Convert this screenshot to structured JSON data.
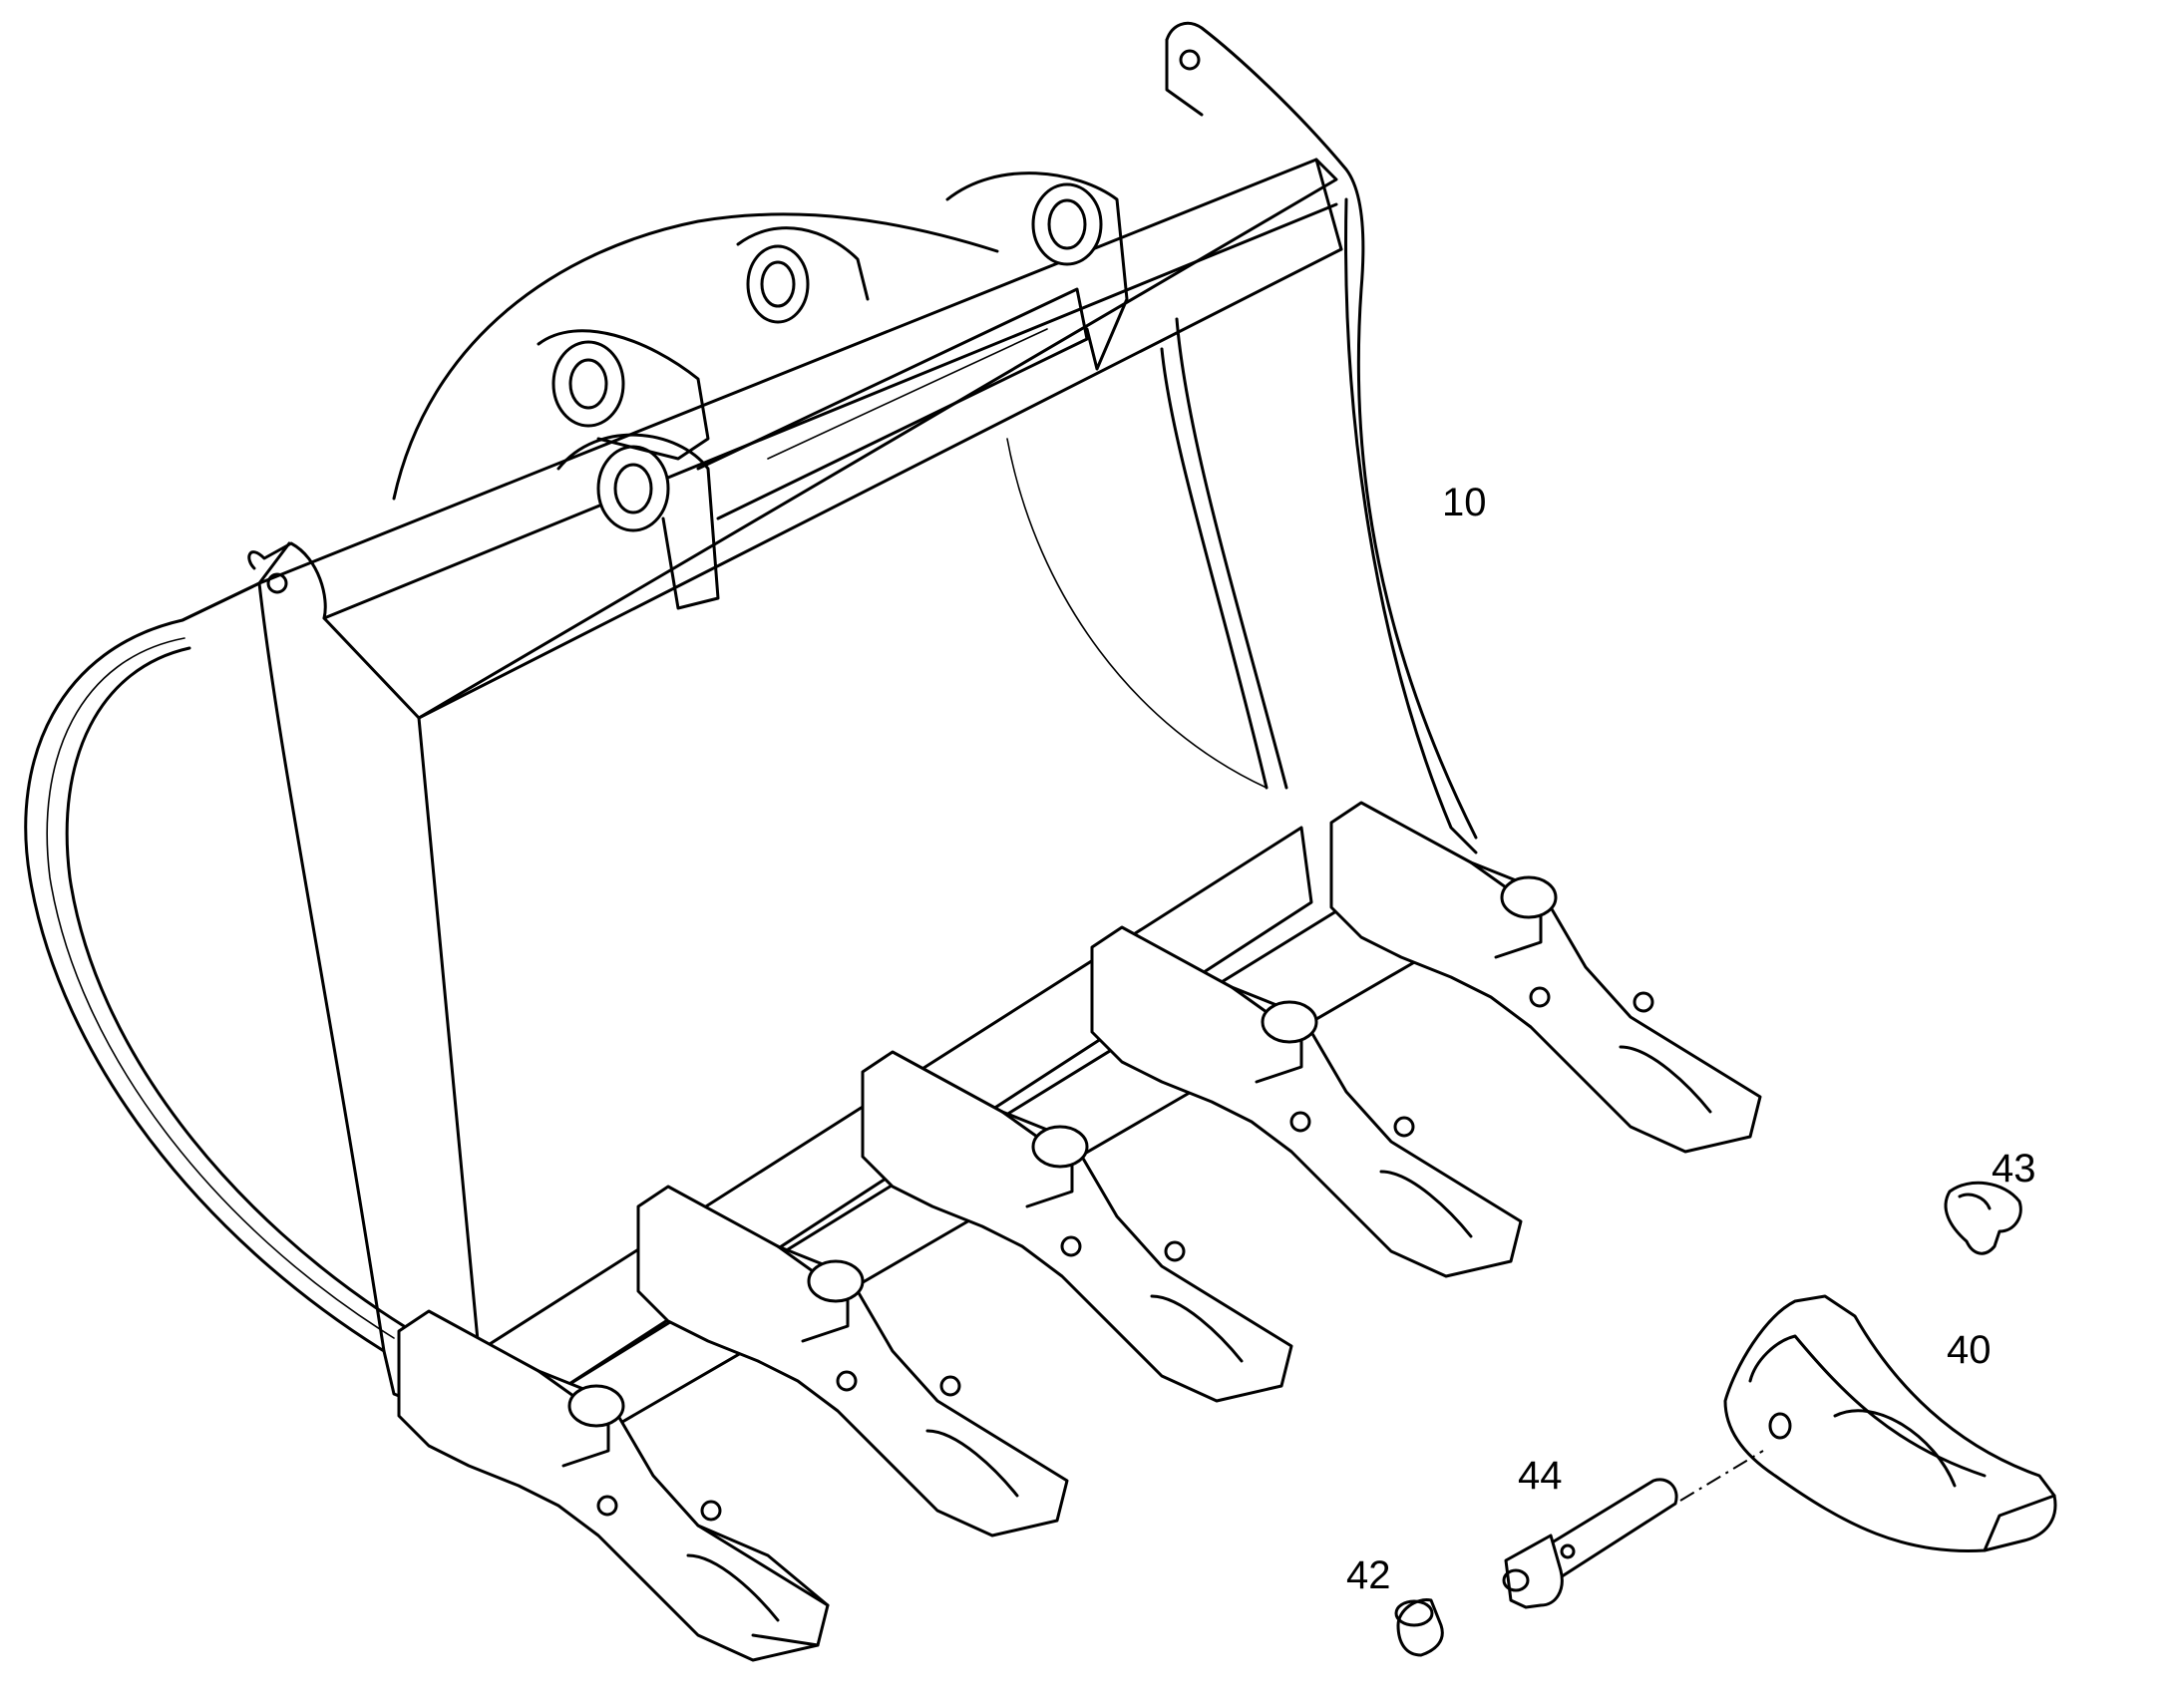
{
  "callouts": {
    "bucket": "10",
    "tooth_tip": "40",
    "retainer": "42",
    "lock_washer": "43",
    "pin": "44"
  }
}
